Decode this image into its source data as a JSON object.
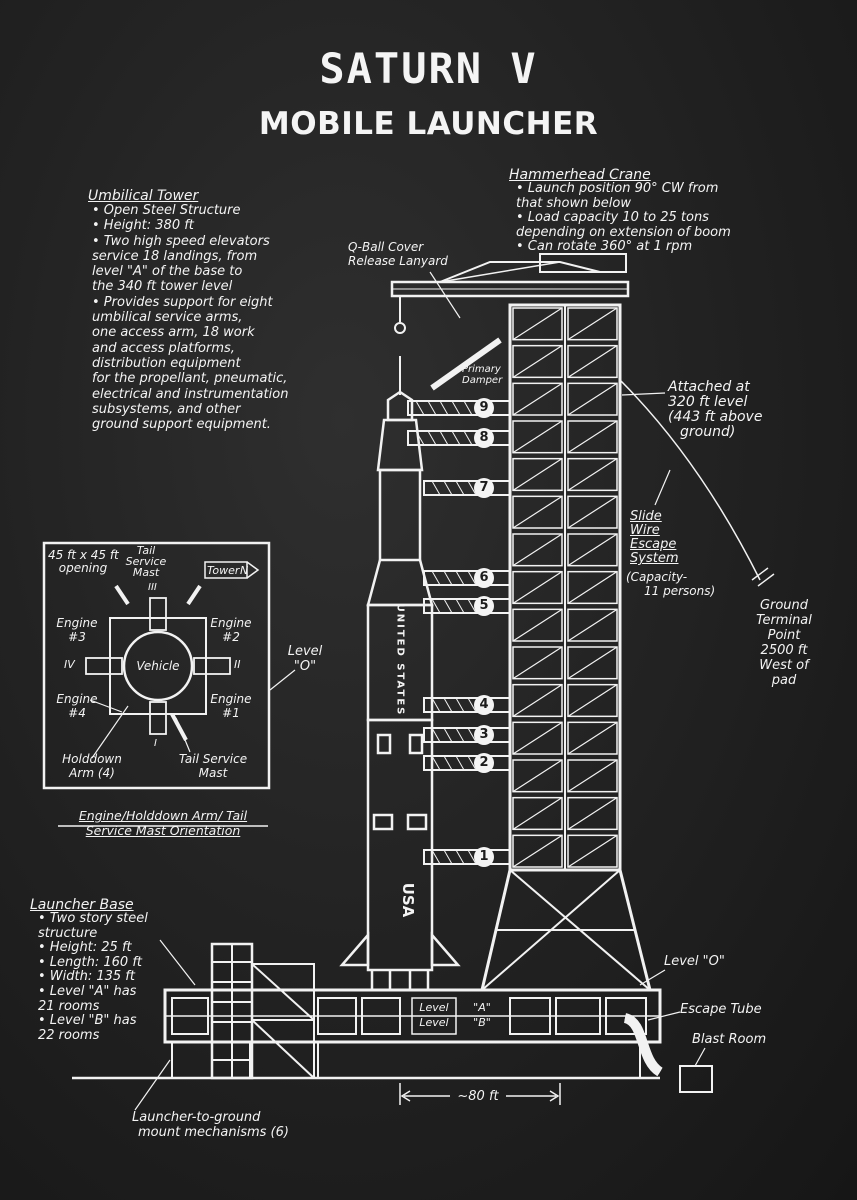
{
  "title": "SATURN V",
  "subtitle": "MOBILE LAUNCHER",
  "umbilical_tower": {
    "heading": "Umbilical Tower",
    "lines": [
      "• Open Steel Structure",
      "• Height: 380 ft",
      "• Two high speed elevators",
      "  service 18 landings, from",
      "  level \"A\" of the base to",
      "  the 340 ft tower level",
      "• Provides support for eight",
      "  umbilical service arms,",
      "  one access arm, 18 work",
      "  and access platforms,",
      "  distribution equipment",
      "  for the propellant, pneumatic,",
      "  electrical and instrumentation",
      "  subsystems, and other",
      "  ground support equipment."
    ]
  },
  "hammerhead_crane": {
    "heading": "Hammerhead Crane",
    "lines": [
      "• Launch position 90° CW from",
      "    that shown below",
      "• Load capacity 10 to 25 tons",
      "    depending on extension of boom",
      "• Can rotate 360° at 1 rpm"
    ]
  },
  "callouts": {
    "qball": [
      "Q-Ball Cover",
      "Release Lanyard"
    ],
    "primary_damper": [
      "Primary",
      "Damper"
    ],
    "attached": [
      "Attached at",
      "320 ft level",
      "(443 ft above",
      "ground)"
    ],
    "slide_wire": [
      "Slide",
      "Wire",
      "Escape",
      "System"
    ],
    "capacity": [
      "(Capacity-",
      "11 persons)"
    ],
    "ground_terminal": [
      "Ground",
      "Terminal",
      "Point",
      "2500 ft",
      "West of",
      "pad"
    ],
    "level0_box": [
      "Level",
      "\"O\""
    ],
    "level0_base": "Level \"O\"",
    "escape_tube": "Escape Tube",
    "blast_room": "Blast Room",
    "level_label": "Level",
    "level_a": "\"A\"",
    "level_b": "\"B\"",
    "width_80": "~80 ft",
    "launcher_mount": [
      "Launcher-to-ground",
      "mount mechanisms (6)"
    ]
  },
  "orientation": {
    "opening": [
      "45 ft x 45 ft",
      "opening"
    ],
    "tail_mast_top": [
      "Tail",
      "Service",
      "Mast"
    ],
    "tower": "Tower",
    "tower_letter": "N",
    "engine3": [
      "Engine",
      "#3"
    ],
    "engine2": [
      "Engine",
      "#2"
    ],
    "engine4": [
      "Engine",
      "#4"
    ],
    "engine1": [
      "Engine",
      "#1"
    ],
    "vehicle": "Vehicle",
    "roman": {
      "top": "III",
      "left": "IV",
      "right": "II",
      "bottom": "I"
    },
    "holddown": [
      "Holddown",
      "Arm (4)"
    ],
    "tail_mast_bottom": [
      "Tail Service",
      "Mast"
    ],
    "caption": [
      "Engine/Holddown Arm/ Tail",
      "Service Mast Orientation"
    ]
  },
  "launcher_base": {
    "heading": "Launcher Base",
    "lines": [
      "• Two story steel",
      "   structure",
      "• Height: 25 ft",
      "• Length: 160 ft",
      "• Width: 135 ft",
      "• Level \"A\" has",
      "   21 rooms",
      "• Level \"B\" has",
      "   22 rooms"
    ]
  },
  "arms": [
    "9",
    "8",
    "7",
    "6",
    "5",
    "4",
    "3",
    "2",
    "1"
  ],
  "rocket_text": {
    "stage_label": "UNITED STATES",
    "usa": "USA"
  }
}
